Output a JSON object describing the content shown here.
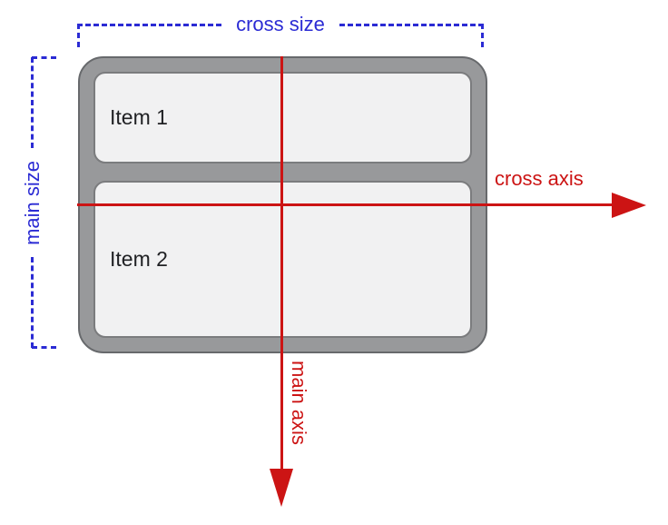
{
  "figure": {
    "type": "flexbox-axes-diagram",
    "container": {
      "items": [
        {
          "label": "Item 1"
        },
        {
          "label": "Item 2"
        }
      ]
    },
    "annotations": {
      "cross_size": "cross size",
      "main_size": "main size",
      "cross_axis": "cross axis",
      "main_axis": "main axis"
    },
    "colors": {
      "size_annotation": "#2b2bd4",
      "axis_annotation": "#cc1414",
      "container_fill": "#98999b",
      "container_border": "#67696c",
      "item_fill": "#f1f1f2",
      "item_border": "#7b7c7e",
      "item_text": "#202124",
      "background": "#ffffff"
    }
  }
}
